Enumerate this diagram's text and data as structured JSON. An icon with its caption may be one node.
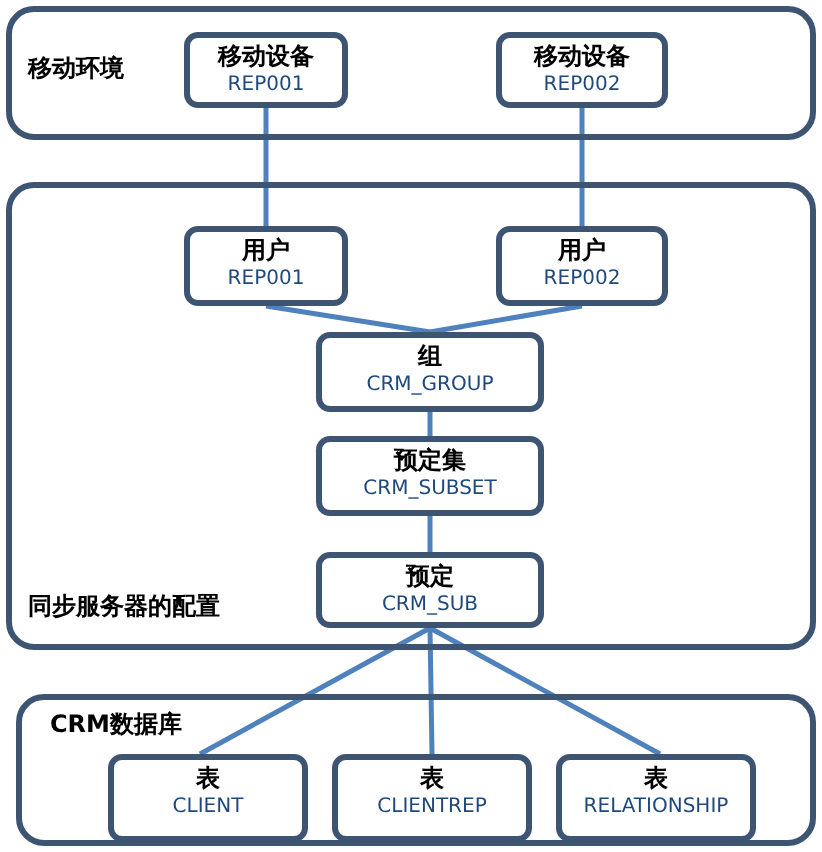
{
  "diagram": {
    "nodes": [
      {
        "text": [
          "移动环境"
        ]
      },
      {
        "text": [
          "移动设备",
          "REP001"
        ],
        "in": 0
      },
      {
        "text": [
          "移动设备",
          "REP002"
        ],
        "in": 0
      },
      {
        "text": [
          "同步服务器的配置"
        ]
      },
      {
        "text": [
          "用户",
          "REP001"
        ],
        "in": 3
      },
      {
        "text": [
          "用户",
          "REP002"
        ],
        "in": 3
      },
      {
        "text": [
          "组",
          "CRM_GROUP"
        ],
        "in": 3
      },
      {
        "text": [
          "预定集",
          "CRM_SUBSET"
        ],
        "in": 3
      },
      {
        "text": [
          "预定",
          "CRM_SUB"
        ],
        "in": 3
      },
      {
        "text": [
          "CRM数据库"
        ]
      },
      {
        "text": [
          "表",
          "CLIENT"
        ],
        "in": 9
      },
      {
        "text": [
          "表",
          "CLIENTREP"
        ],
        "in": 9
      },
      {
        "text": [
          "表",
          "RELATIONSHIP"
        ],
        "in": 9
      }
    ],
    "edges": [
      {
        "from": 1,
        "to": 4,
        "arrow": "none"
      },
      {
        "from": 2,
        "to": 5,
        "arrow": "none"
      },
      {
        "from": 4,
        "to": 6,
        "arrow": "none"
      },
      {
        "from": 5,
        "to": 6,
        "arrow": "none"
      },
      {
        "from": 6,
        "to": 7,
        "arrow": "none"
      },
      {
        "from": 7,
        "to": 8,
        "arrow": "none"
      },
      {
        "from": 8,
        "to": 10,
        "arrow": "none"
      },
      {
        "from": 8,
        "to": 11,
        "arrow": "none"
      },
      {
        "from": 8,
        "to": 12,
        "arrow": "none"
      }
    ]
  }
}
